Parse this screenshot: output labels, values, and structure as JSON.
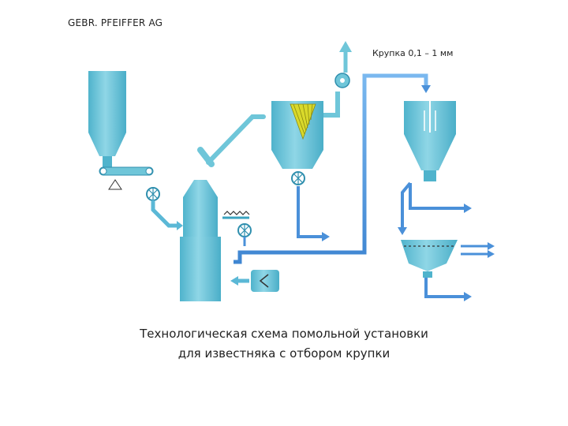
{
  "brand": "GEBR. PFEIFFER AG",
  "product_label": "Крупка 0,1 – 1 мм",
  "caption": {
    "line1": "Технологическая схема помольной установки",
    "line2": "для известняка с отбором крупки"
  },
  "colors": {
    "equipment": "#6fc6d9",
    "equipment_dark": "#3aa3bf",
    "pipe": "#4a90d9",
    "filter_yellow": "#d9d92a"
  }
}
